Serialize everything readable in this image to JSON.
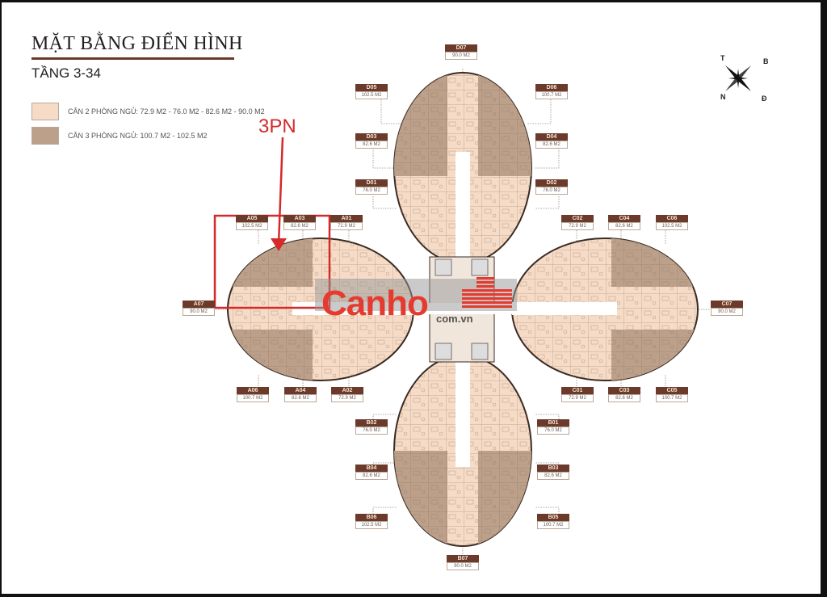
{
  "header": {
    "title": "MẶT BẰNG ĐIỂN HÌNH",
    "subtitle": "TẦNG 3-34"
  },
  "legend": [
    {
      "label": "CĂN 2 PHÒNG NGỦ: 72.9 M2 - 76.0 M2 - 82.6 M2 - 90.0 M2",
      "color": "#f6dcc6"
    },
    {
      "label": "CĂN 3 PHÒNG NGỦ: 100.7 M2 - 102.5 M2",
      "color": "#bca08a"
    }
  ],
  "compass": {
    "top_left": "T",
    "top_right": "B",
    "bottom_left": "N",
    "bottom_right": "Đ"
  },
  "annotation": {
    "text": "3PN",
    "color": "#d42a2a"
  },
  "watermark": {
    "brand": "Canho",
    "domain": "com.vn"
  },
  "units": {
    "D07": {
      "code": "D07",
      "area": "90.0 M2"
    },
    "D05": {
      "code": "D05",
      "area": "102.5 M2"
    },
    "D06": {
      "code": "D06",
      "area": "100.7 M2"
    },
    "D03": {
      "code": "D03",
      "area": "82.6 M2"
    },
    "D04": {
      "code": "D04",
      "area": "82.6 M2"
    },
    "D01": {
      "code": "D01",
      "area": "76.0 M2"
    },
    "D02": {
      "code": "D02",
      "area": "76.0 M2"
    },
    "A05": {
      "code": "A05",
      "area": "102.5 M2"
    },
    "A03": {
      "code": "A03",
      "area": "82.6 M2"
    },
    "A01": {
      "code": "A01",
      "area": "72.9 M2"
    },
    "A07": {
      "code": "A07",
      "area": "90.0 M2"
    },
    "A06": {
      "code": "A06",
      "area": "100.7 M2"
    },
    "A04": {
      "code": "A04",
      "area": "82.6 M2"
    },
    "A02": {
      "code": "A02",
      "area": "72.9 M2"
    },
    "C02": {
      "code": "C02",
      "area": "72.9 M2"
    },
    "C04": {
      "code": "C04",
      "area": "82.6 M2"
    },
    "C06": {
      "code": "C06",
      "area": "102.5 M2"
    },
    "C07": {
      "code": "C07",
      "area": "90.0 M2"
    },
    "C01": {
      "code": "C01",
      "area": "72.9 M2"
    },
    "C03": {
      "code": "C03",
      "area": "82.6 M2"
    },
    "C05": {
      "code": "C05",
      "area": "100.7 M2"
    },
    "B02": {
      "code": "B02",
      "area": "76.0 M2"
    },
    "B01": {
      "code": "B01",
      "area": "76.0 M2"
    },
    "B04": {
      "code": "B04",
      "area": "82.6 M2"
    },
    "B03": {
      "code": "B03",
      "area": "82.6 M2"
    },
    "B06": {
      "code": "B06",
      "area": "102.5 M2"
    },
    "B05": {
      "code": "B05",
      "area": "100.7 M2"
    },
    "B07": {
      "code": "B07",
      "area": "90.0 M2"
    }
  },
  "colors": {
    "two_bedroom": "#f6dcc6",
    "three_bedroom": "#bca08a",
    "label_bg": "#6b3a2a",
    "outline": "#3a2a22",
    "highlight": "#d42a2a"
  }
}
